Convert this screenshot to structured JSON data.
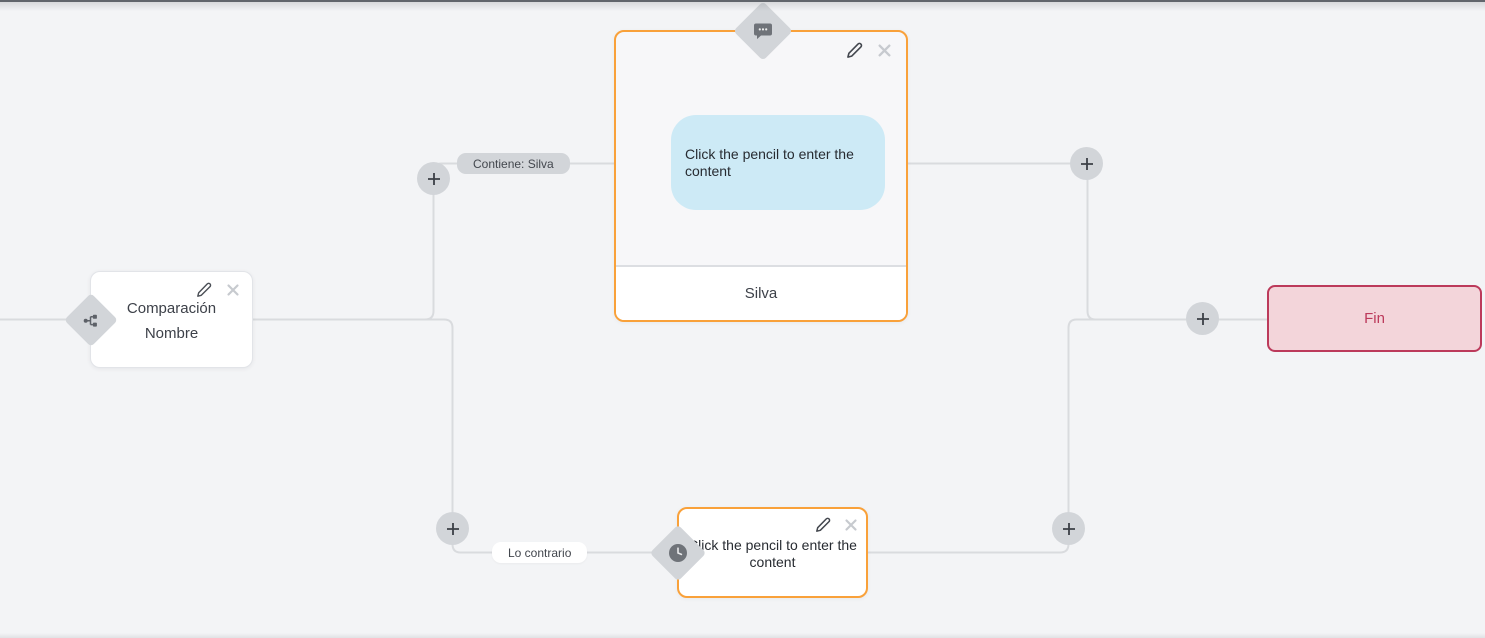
{
  "canvas": {
    "background_color": "#f3f4f6",
    "connector_color": "#d9dbde",
    "accent_orange": "#f9a13a",
    "end_red": "#bc3a5b",
    "bubble_blue": "#cdeaf6"
  },
  "edge_labels": {
    "top": "Contiene: Silva",
    "bottom": "Lo contrario"
  },
  "comparison_node": {
    "title": "Comparación Nombre",
    "type_icon": "branch-icon"
  },
  "message_node": {
    "bubble_text": "Click the pencil to enter the content",
    "footer_text": "Silva",
    "type_icon": "chat-bubble-icon"
  },
  "delay_node": {
    "text": "Click the pencil to enter the content",
    "type_icon": "clock-icon"
  },
  "end_node": {
    "label": "Fin"
  },
  "icons": {
    "edit": "pencil-icon",
    "delete": "close-icon",
    "add": "plus-icon"
  }
}
